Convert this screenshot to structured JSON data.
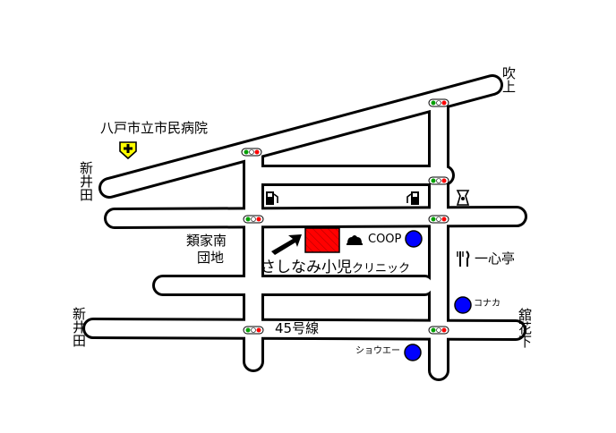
{
  "labels": {
    "hospital": "八戸市立市民病院",
    "fukiage": "吹上",
    "niida_top": "新井田",
    "niida_bottom": "新井田",
    "ruike_line1": "類家南",
    "ruike_line2": "団地",
    "coop": "COOP",
    "clinic_main": "さしなみ小児",
    "clinic_small": "クリニック",
    "isshintei": "一心亭",
    "route45": "45号線",
    "konaka": "コナカ",
    "shoue": "ショウエー",
    "tatehanashita": "舘花下"
  },
  "colors": {
    "road_outline": "#000000",
    "road_fill": "#ffffff",
    "clinic": "#ff0000",
    "store_marker": "#0000ff",
    "hospital_marker": "#ffff00",
    "signal_red": "#ff0000",
    "signal_green": "#00a000"
  },
  "icons": [
    "hospital-icon",
    "gas-station-icon",
    "restaurant-icon",
    "clinic-arrow-icon",
    "store-marker-icon",
    "traffic-signal-icon",
    "coop-logo-icon"
  ]
}
